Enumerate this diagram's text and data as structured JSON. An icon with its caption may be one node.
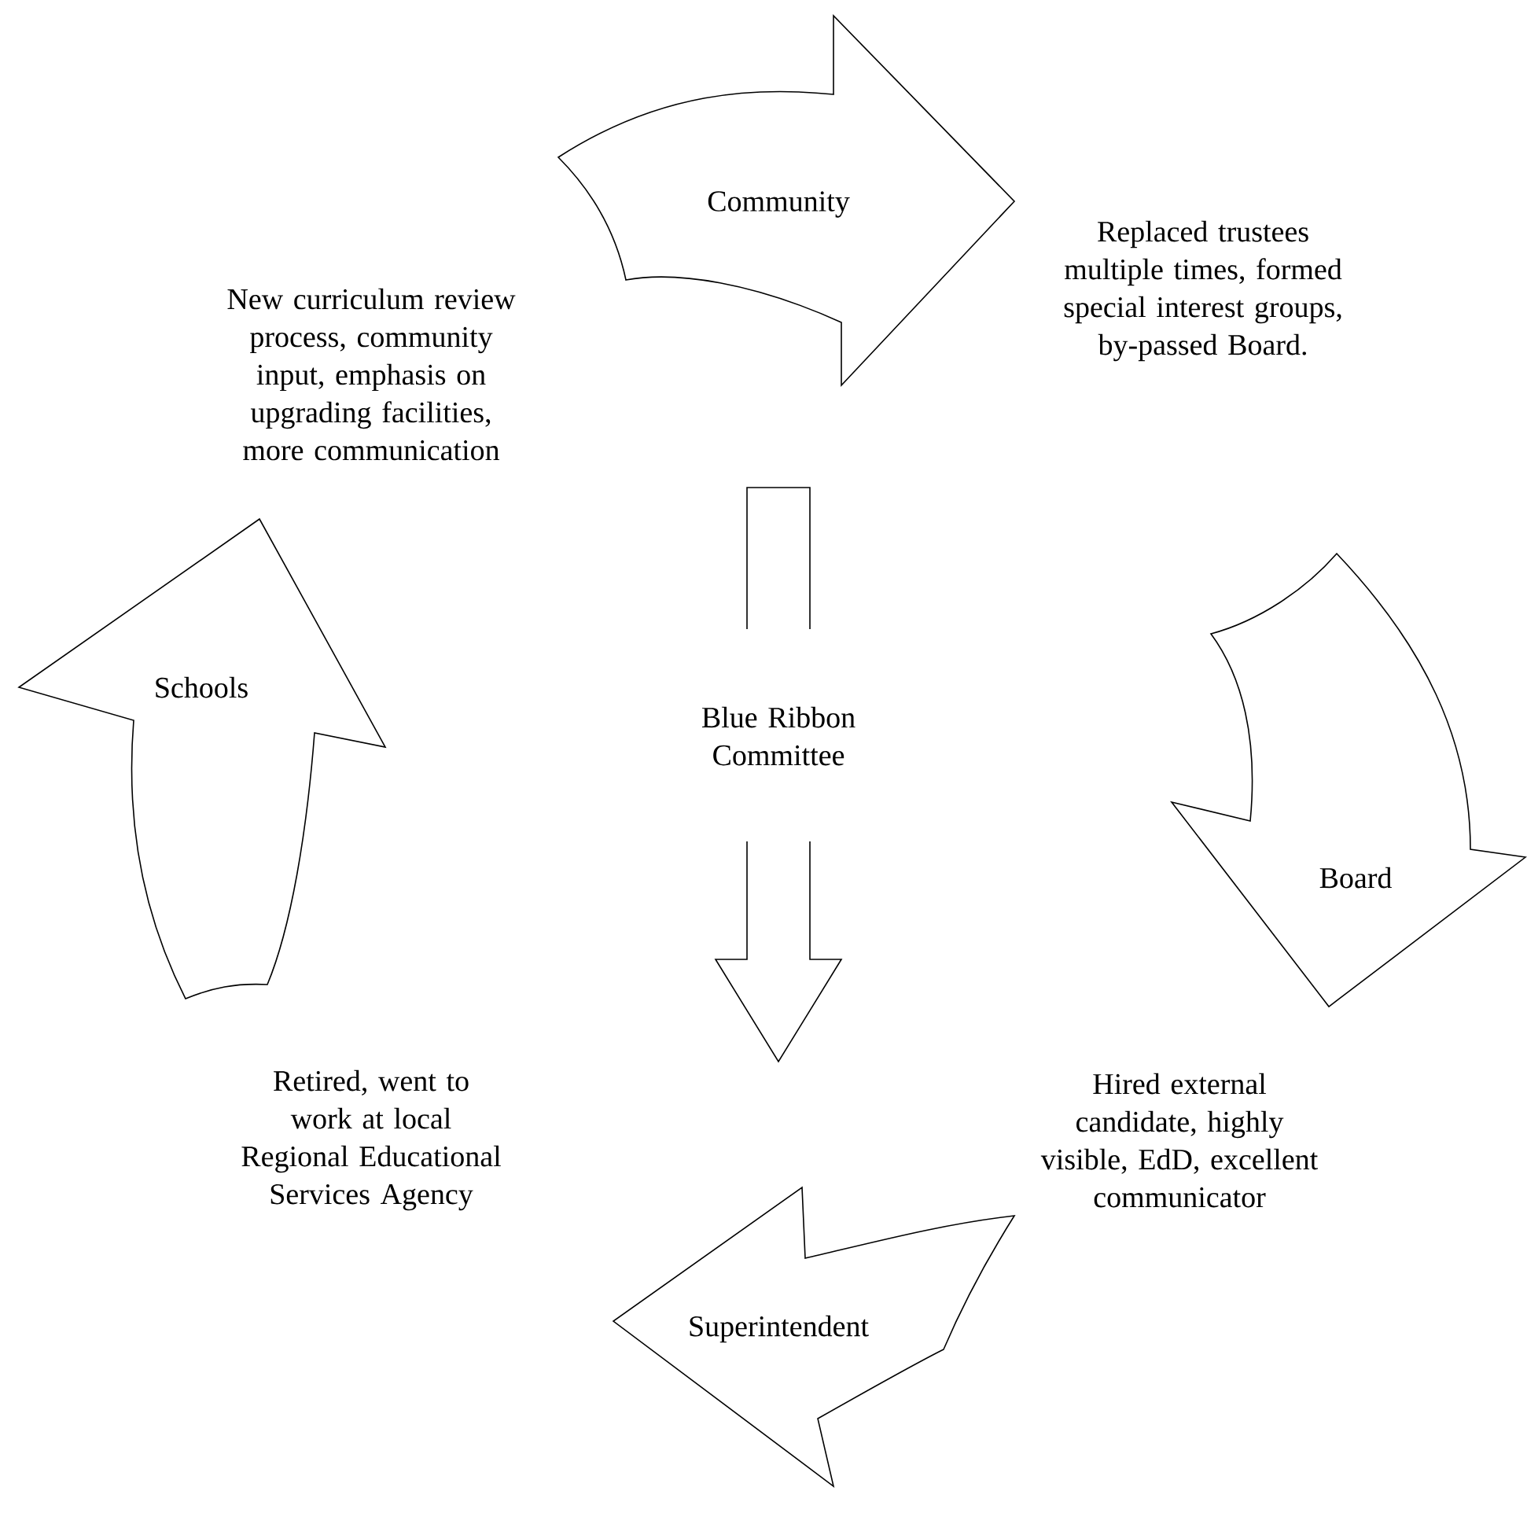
{
  "diagram": {
    "nodes": [
      {
        "text": [
          "Community"
        ]
      },
      {
        "text": [
          "Board"
        ]
      },
      {
        "text": [
          "Superintendent"
        ]
      },
      {
        "text": [
          "Schools"
        ]
      },
      {
        "text": [
          "Blue Ribbon Committee"
        ]
      }
    ],
    "labels": [
      "New curriculum review process, community input, emphasis on upgrading facilities, more communication",
      "Replaced trustees multiple times, formed special interest groups, by-passed Board.",
      "Retired, went to work at local Regional Educational Services Agency",
      "Hired external candidate, highly visible, EdD, excellent communicator"
    ]
  }
}
